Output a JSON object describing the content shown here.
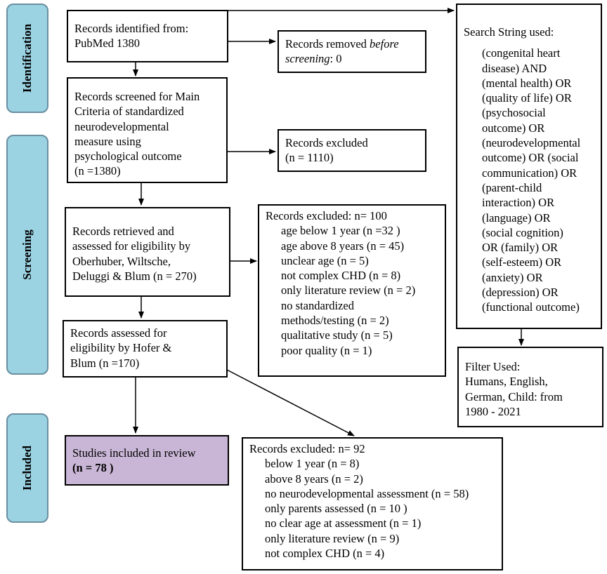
{
  "phases": {
    "identification": "Identification",
    "screening": "Screening",
    "included": "Included"
  },
  "boxes": {
    "identified": {
      "line1": "Records identified from:",
      "line2": "PubMed 1380"
    },
    "removed": {
      "prefix": "Records removed ",
      "italic": "before screening",
      "suffix": ": 0",
      "line1a": "Records removed ",
      "line1b": "before",
      "line2a": "screening",
      "line2b": ": 0"
    },
    "screened": {
      "lines": [
        "Records screened for Main",
        "Criteria of standardized",
        "neurodevelopmental",
        "measure using",
        "psychological outcome",
        "(n =1380)"
      ]
    },
    "excluded_1110": {
      "line1": "Records excluded",
      "line2": "(n = 1110)"
    },
    "retrieved": {
      "lines": [
        "Records retrieved and",
        "assessed for eligibility by",
        "Oberhuber, Wiltsche,",
        "Deluggi & Blum (n = 270)"
      ]
    },
    "excluded_100": {
      "title": "Records excluded: n= 100",
      "items": [
        "age below 1 year (n =32 )",
        "age above 8 years (n = 45)",
        "unclear age (n = 5)",
        "not complex CHD  (n = 8)",
        "only literature review (n = 2)",
        "no standardized",
        "methods/testing (n = 2)",
        "qualitative study (n = 5)",
        "poor quality (n = 1)"
      ]
    },
    "assessed_170": {
      "lines": [
        "Records assessed for",
        "eligibility by Hofer &",
        "Blum (n =170)"
      ]
    },
    "included_78": {
      "line1": "Studies included in review",
      "line2": "(n = 78 )"
    },
    "excluded_92": {
      "title": "Records excluded: n= 92",
      "items": [
        "below 1 year (n = 8)",
        "above 8 years (n = 2)",
        "no neurodevelopmental assessment (n = 58)",
        "only parents assessed (n = 10 )",
        "no clear age at assessment (n = 1)",
        "only literature review (n = 9)",
        "not complex CHD (n = 4)"
      ]
    },
    "search": {
      "title": "Search String used:",
      "lines": [
        "(congenital heart",
        "disease) AND",
        "(mental health) OR",
        "(quality of life) OR",
        "(psychosocial",
        "outcome) OR",
        "(neurodevelopmental",
        "outcome) OR (social",
        "communication) OR",
        "(parent-child",
        "interaction) OR",
        "(language) OR",
        "(social cognition)",
        "OR (family) OR",
        "(self-esteem) OR",
        "(anxiety) OR",
        "(depression) OR",
        "(functional outcome)"
      ]
    },
    "filter": {
      "lines": [
        "Filter Used:",
        "Humans, English,",
        "German, Child: from",
        "1980 - 2021"
      ]
    }
  },
  "colors": {
    "phase_fill": "#9bd3e3",
    "included_fill": "#c9b6d6"
  }
}
